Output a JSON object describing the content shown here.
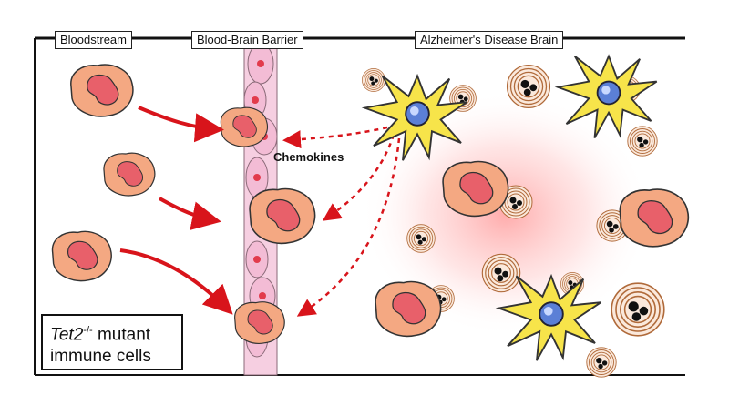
{
  "labels": {
    "bloodstream": "Bloodstream",
    "bbb": "Blood-Brain Barrier",
    "ad_brain": "Alzheimer's Disease Brain",
    "chemokines": "Chemokines"
  },
  "legend": {
    "gene": "Tet2",
    "superscript": "-/-",
    "line1_rest": " mutant",
    "line2": "immune cells"
  },
  "colors": {
    "cell_fill": "#f4a882",
    "nucleus": "#e8606a",
    "arrow": "#d8141b",
    "microglia": "#f7e44a",
    "endothelium": "#f6cfe1",
    "plaque": "#b06a3a",
    "glow": "#ff9a9a"
  }
}
